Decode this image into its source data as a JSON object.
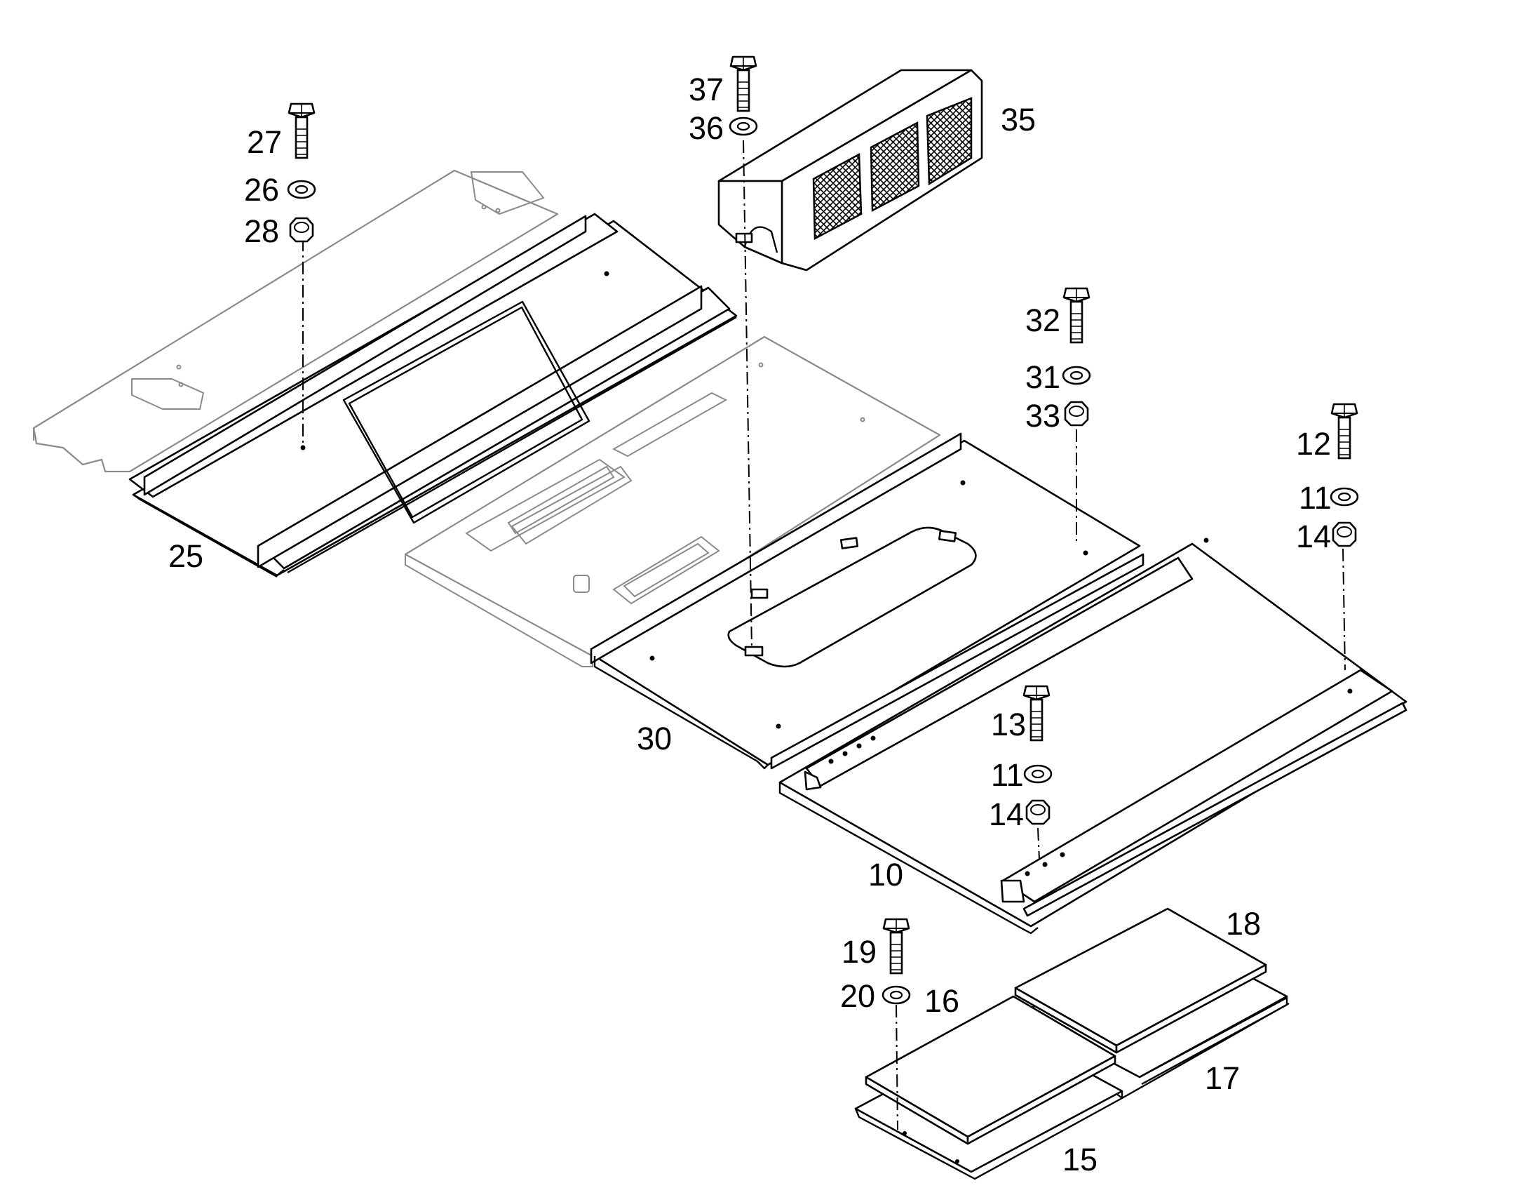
{
  "callouts": [
    {
      "id": "c10",
      "label": "10"
    },
    {
      "id": "c11a",
      "label": "11"
    },
    {
      "id": "c11b",
      "label": "11"
    },
    {
      "id": "c12",
      "label": "12"
    },
    {
      "id": "c13",
      "label": "13"
    },
    {
      "id": "c14a",
      "label": "14"
    },
    {
      "id": "c14b",
      "label": "14"
    },
    {
      "id": "c15",
      "label": "15"
    },
    {
      "id": "c16",
      "label": "16"
    },
    {
      "id": "c17",
      "label": "17"
    },
    {
      "id": "c18",
      "label": "18"
    },
    {
      "id": "c19",
      "label": "19"
    },
    {
      "id": "c20",
      "label": "20"
    },
    {
      "id": "c25",
      "label": "25"
    },
    {
      "id": "c26",
      "label": "26"
    },
    {
      "id": "c27",
      "label": "27"
    },
    {
      "id": "c28",
      "label": "28"
    },
    {
      "id": "c30",
      "label": "30"
    },
    {
      "id": "c31",
      "label": "31"
    },
    {
      "id": "c32",
      "label": "32"
    },
    {
      "id": "c33",
      "label": "33"
    },
    {
      "id": "c35",
      "label": "35"
    },
    {
      "id": "c36",
      "label": "36"
    },
    {
      "id": "c37",
      "label": "37"
    }
  ],
  "colors": {
    "line": "#000000",
    "ghost_line": "#8a8a8a",
    "background": "#ffffff"
  }
}
